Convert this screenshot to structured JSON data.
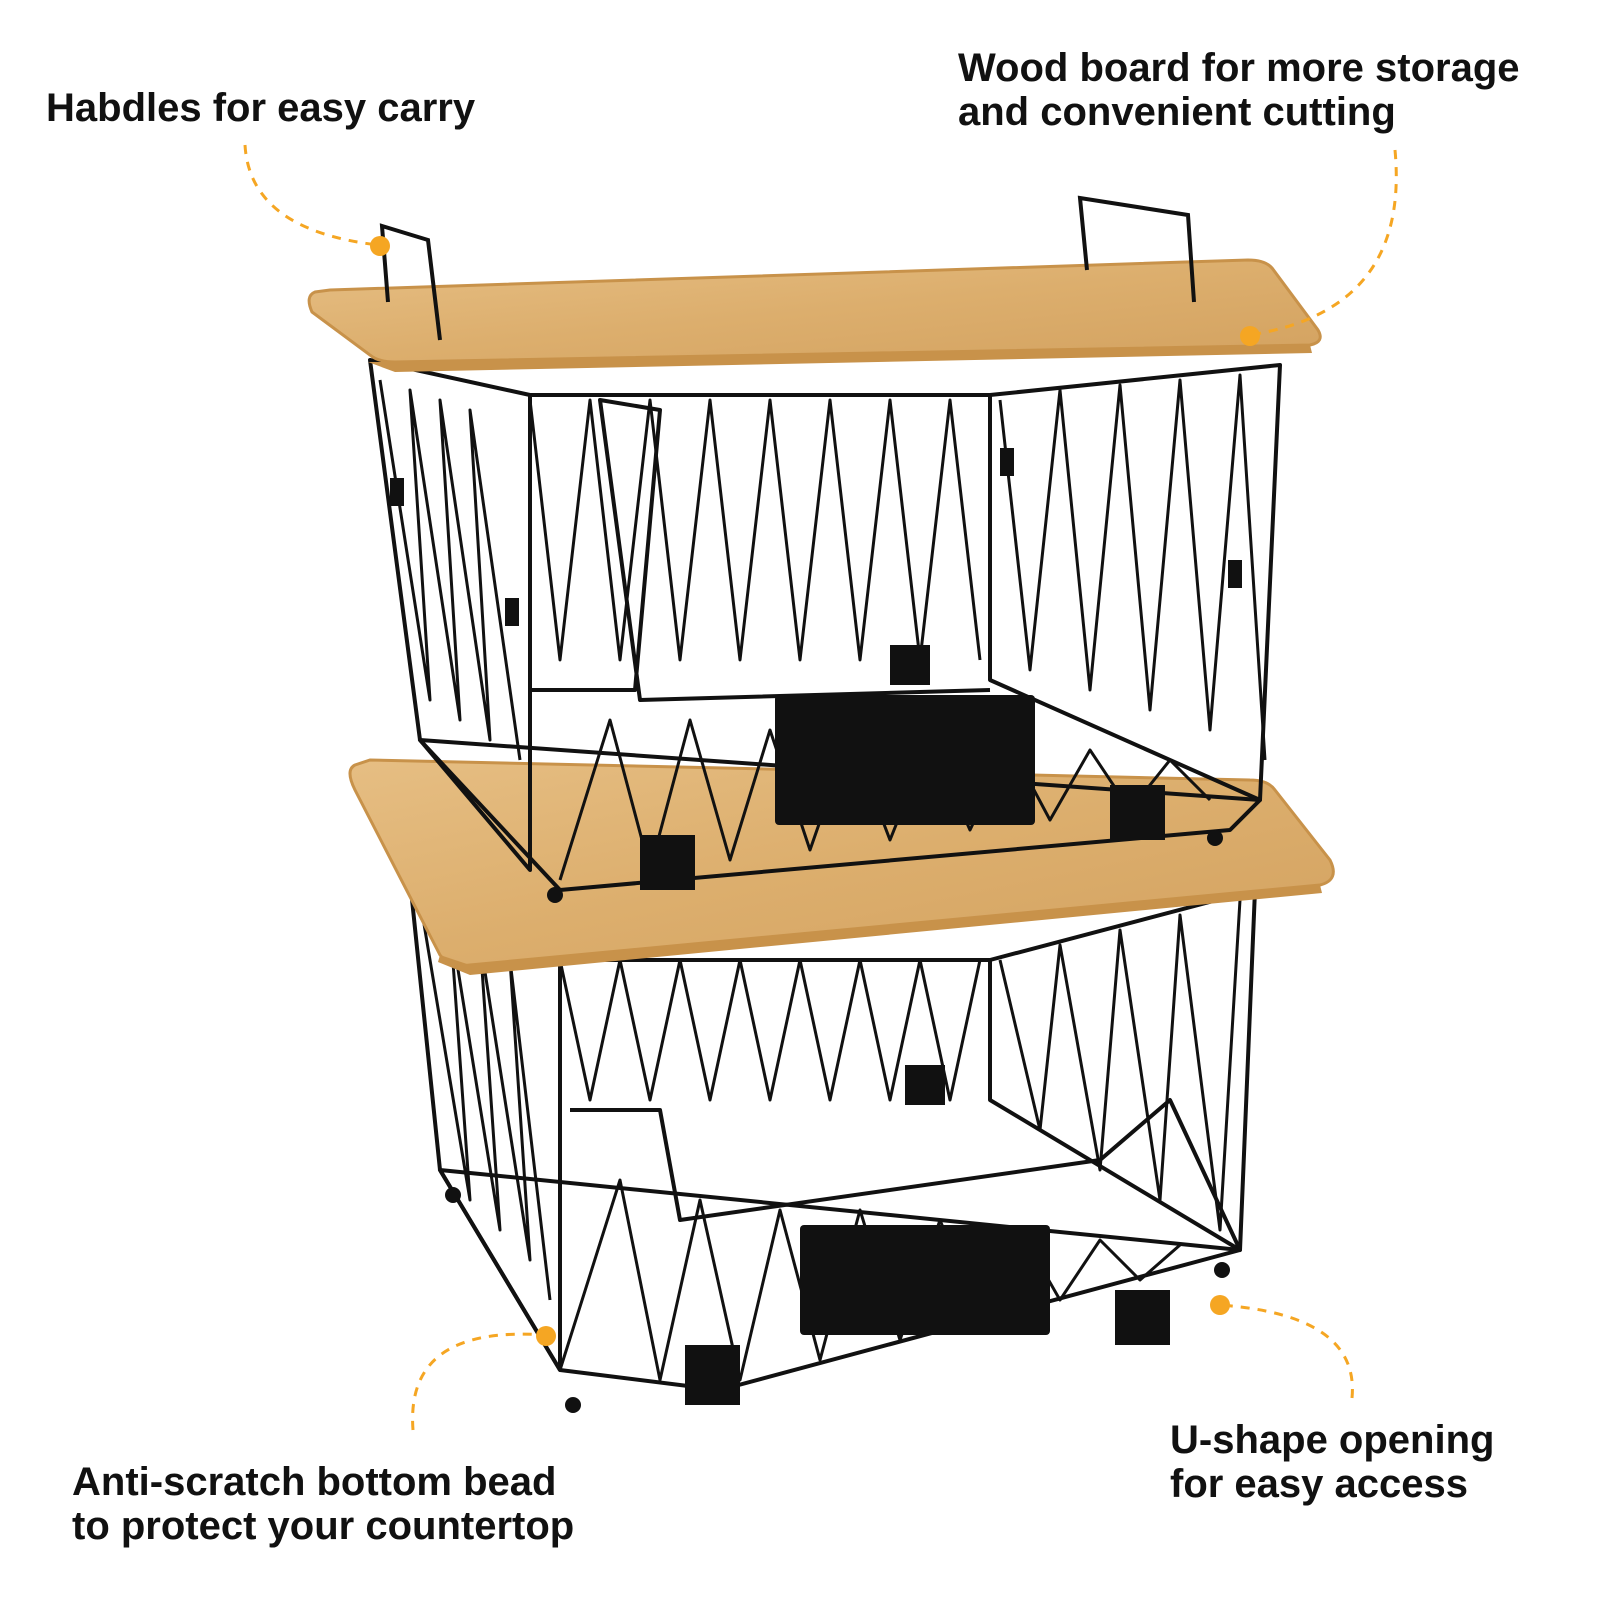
{
  "callouts": {
    "handles": {
      "lines": [
        "Habdles for easy carry"
      ]
    },
    "wood_board": {
      "lines": [
        "Wood board for more storage",
        "and convenient cutting"
      ]
    },
    "bottom_bead": {
      "lines": [
        "Anti-scratch bottom bead",
        "to protect your countertop"
      ]
    },
    "u_shape": {
      "lines": [
        "U-shape opening",
        "for easy access"
      ]
    }
  },
  "colors": {
    "accent": "#f5a623",
    "wire": "#111111",
    "wood": "#dcae6d",
    "wood_edge": "#c8924a",
    "text": "#111111",
    "background": "#ffffff"
  },
  "product": {
    "icon": "stacked-wire-baskets-with-bamboo-lids"
  }
}
